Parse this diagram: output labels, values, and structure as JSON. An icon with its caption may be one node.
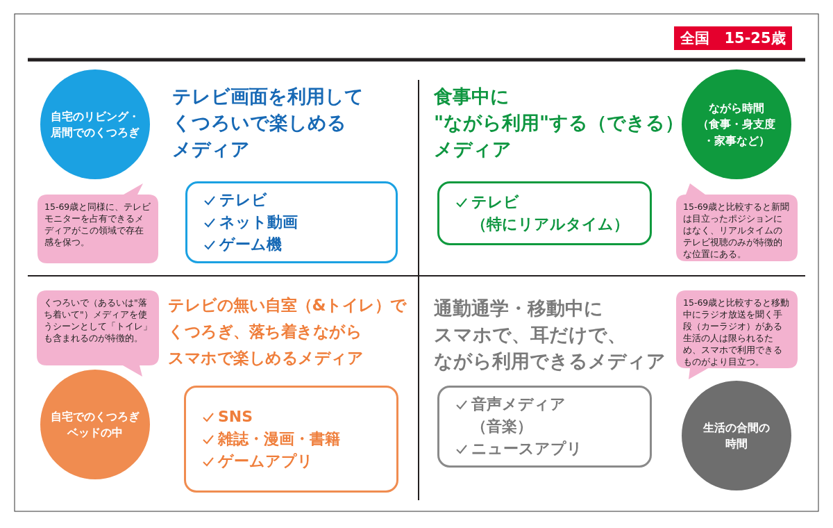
{
  "diagram": {
    "nodes": [
      {
        "text": [
          "全国　15-25歳"
        ]
      },
      {
        "text": [
          "自宅のリビング・居間でのくつろぎ"
        ]
      },
      {
        "text": [
          "テレビ",
          "ネット動画",
          "ゲーム機"
        ]
      },
      {
        "text": [
          "15-69歳と同様に、テレビモニターを占有できるメディアがこの領域で存在感を保つ。"
        ]
      },
      {
        "text": [
          "ながら時間（食事・身支度・家事など）"
        ]
      },
      {
        "text": [
          "テレビ（特にリアルタイム）"
        ]
      },
      {
        "text": [
          "15-69歳と比較すると新聞は目立ったポジションにはなく、リアルタイムのテレビ視聴のみが特徴的な位置にある。"
        ]
      },
      {
        "text": [
          "くつろいで（あるいは\"落ち着いて\"）メディアを使うシーンとして「トイレ」も含まれるのが特徴的。"
        ]
      },
      {
        "text": [
          "自宅でのくつろぎベッドの中"
        ]
      },
      {
        "text": [
          "SNS",
          "雑誌・漫画・書籍",
          "ゲームアプリ"
        ]
      },
      {
        "text": [
          "15-69歳と比較すると移動中にラジオ放送を聞く手段（カーラジオ）がある生活の人は限られるため、スマホで利用できるものがより目立つ。"
        ]
      },
      {
        "text": [
          "音声メディア（音楽）",
          "ニュースアプリ"
        ]
      },
      {
        "text": [
          "生活の合間の時間"
        ]
      }
    ],
    "labels": [
      "テレビ画面を利用してくつろいで楽しめるメディア",
      "食事中に\"ながら利用\"する（できる）メディア",
      "テレビの無い自室（&トイレ）でくつろぎ、落ち着きながらスマホで楽しめるメディア",
      "通勤通学・移動中にスマホで、耳だけで、ながら利用できるメディア"
    ]
  }
}
